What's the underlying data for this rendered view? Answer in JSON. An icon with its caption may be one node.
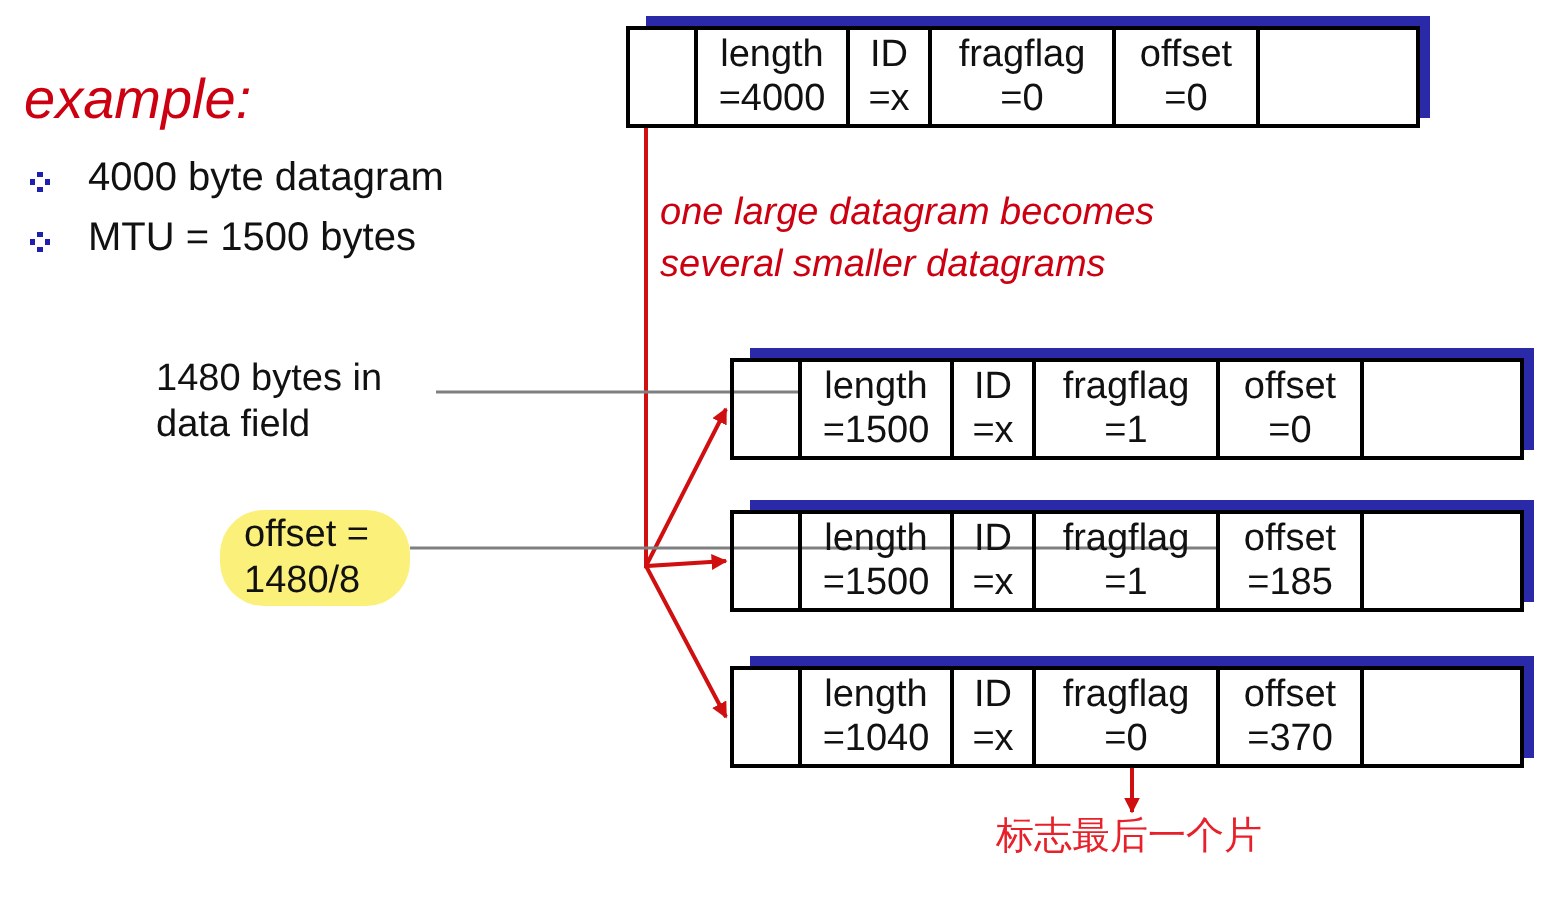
{
  "diagram": {
    "title": "example:",
    "nodes": [
      {
        "text": [],
        "shape": "box"
      },
      {
        "text": [],
        "shape": "box",
        "in": 0
      },
      {
        "text": [
          "length =4000"
        ],
        "in": 0
      },
      {
        "text": [
          "ID =x"
        ],
        "in": 0
      },
      {
        "text": [
          "fragflag =0"
        ],
        "in": 0
      },
      {
        "text": [
          "offset =0"
        ],
        "in": 0
      },
      {
        "text": [],
        "shape": "box",
        "in": 0
      },
      {
        "text": [],
        "shape": "box"
      },
      {
        "text": [],
        "shape": "box",
        "in": 7
      },
      {
        "text": [
          "length =1500"
        ],
        "in": 7
      },
      {
        "text": [
          "ID =x"
        ],
        "in": 7
      },
      {
        "text": [
          "fragflag =1"
        ],
        "in": 7
      },
      {
        "text": [
          "offset =0"
        ],
        "in": 7
      },
      {
        "text": [],
        "shape": "box",
        "in": 7
      },
      {
        "text": [],
        "shape": "box"
      },
      {
        "text": [],
        "shape": "box",
        "in": 14
      },
      {
        "text": [
          "length =1500"
        ],
        "in": 14
      },
      {
        "text": [
          "ID =x"
        ],
        "in": 14
      },
      {
        "text": [
          "fragflag =1"
        ],
        "in": 14
      },
      {
        "text": [
          "offset =185"
        ],
        "in": 14
      },
      {
        "text": [],
        "shape": "box",
        "in": 14
      },
      {
        "text": [],
        "shape": "box"
      },
      {
        "text": [],
        "shape": "box",
        "in": 21
      },
      {
        "text": [
          "length =1040"
        ],
        "in": 21
      },
      {
        "text": [
          "ID =x"
        ],
        "in": 21
      },
      {
        "text": [
          "fragflag =0"
        ],
        "in": 21
      },
      {
        "text": [
          "offset =370"
        ],
        "in": 21
      },
      {
        "text": [],
        "shape": "box",
        "in": 21
      },
      {
        "text": [
          "1480 bytes in data field"
        ]
      },
      {
        "text": [
          "offset = 1480/8"
        ]
      },
      {
        "text": [
          "标志最后一个片"
        ]
      }
    ],
    "edges": [
      {
        "from": 0,
        "to": 7,
        "arrow": "to"
      },
      {
        "from": 0,
        "to": 14,
        "arrow": "to"
      },
      {
        "from": 0,
        "to": 21,
        "arrow": "to"
      },
      {
        "from": 28,
        "to": 9,
        "arrow": "none",
        "color": "#808080"
      },
      {
        "from": 29,
        "to": 19,
        "arrow": "none",
        "color": "#808080"
      },
      {
        "from": 25,
        "to": 30,
        "arrow": "to"
      }
    ],
    "labels": [
      "4000 byte datagram",
      "MTU = 1500 bytes",
      "one large datagram becomes several smaller datagrams"
    ]
  }
}
